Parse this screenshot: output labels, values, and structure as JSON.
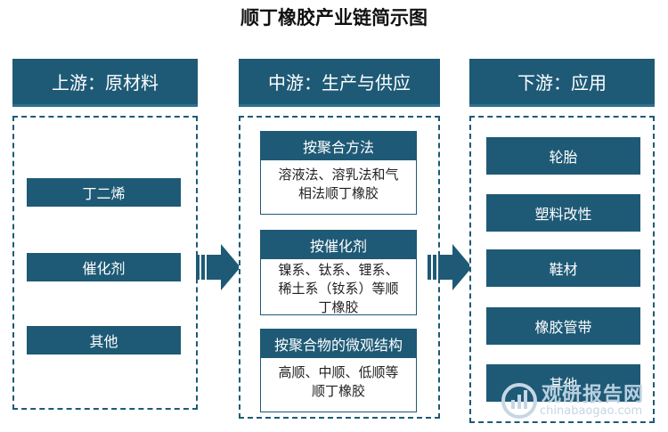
{
  "title": "顺丁橡胶产业链简示图",
  "upstream": {
    "header": "上游：原材料",
    "items": [
      "丁二烯",
      "催化剂",
      "其他"
    ]
  },
  "midstream": {
    "header": "中游：生产与供应",
    "groups": [
      {
        "title": "按聚合方法",
        "lines": [
          "溶液法、溶乳法和气",
          "相法顺丁橡胶"
        ]
      },
      {
        "title": "按催化剂",
        "lines": [
          "镍系、钛系、锂系、",
          "稀土系（钕系）等顺",
          "丁橡胶"
        ]
      },
      {
        "title": "按聚合物的微观结构",
        "lines": [
          "高顺、中顺、低顺等",
          "顺丁橡胶"
        ]
      }
    ]
  },
  "downstream": {
    "header": "下游：应用",
    "items": [
      "轮胎",
      "塑料改性",
      "鞋材",
      "橡胶管带",
      "其他"
    ]
  },
  "watermark": {
    "cn": "观研报告网",
    "en": "chinabaogao.com"
  },
  "colors": {
    "primary": "#1e5a76",
    "accent": "#2e7090"
  }
}
